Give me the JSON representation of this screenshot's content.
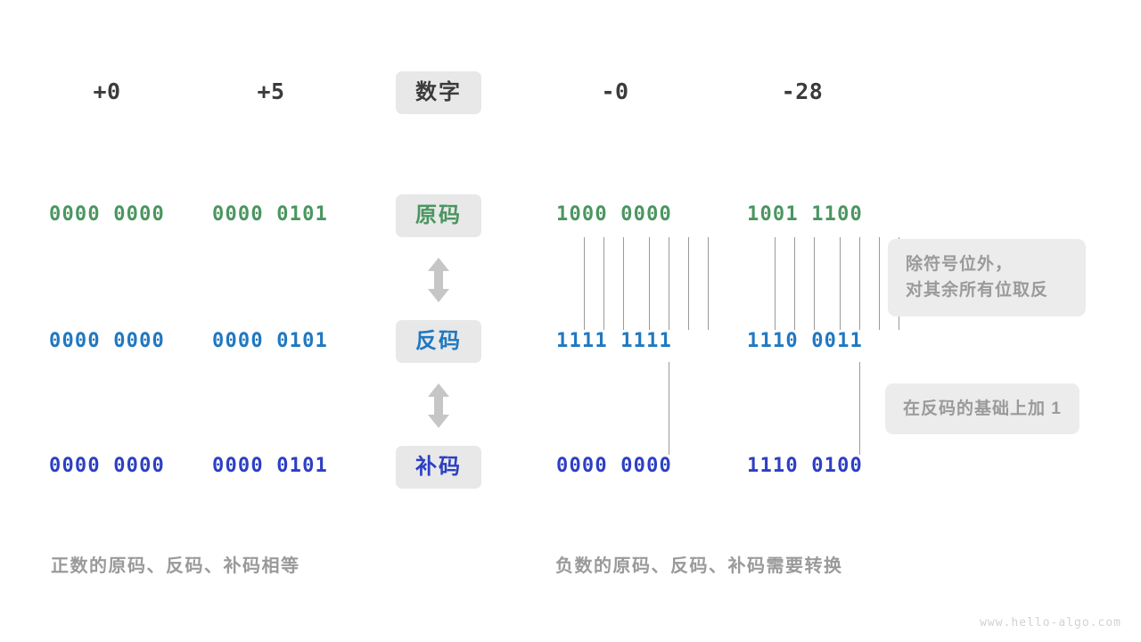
{
  "diagram": {
    "title_watermark": "www.hello-algo.com",
    "header": {
      "positive_zero": "+0",
      "positive_five": "+5",
      "center_badge": "数字",
      "negative_zero": "-0",
      "negative_twentyeight": "-28"
    },
    "row_labels": {
      "sign_magnitude": "原码",
      "ones_complement": "反码",
      "twos_complement": "补码"
    },
    "rows": [
      {
        "key": "sign_magnitude",
        "label": "原码",
        "color": "#4a9660",
        "cells": {
          "positive_zero": "0000 0000",
          "positive_five": "0000 0101",
          "negative_zero": "1000 0000",
          "negative_twentyeight": "1001 1100"
        }
      },
      {
        "key": "ones_complement",
        "label": "反码",
        "color": "#1f78c1",
        "cells": {
          "positive_zero": "0000 0000",
          "positive_five": "0000 0101",
          "negative_zero": "1111 1111",
          "negative_twentyeight": "1110 0011"
        }
      },
      {
        "key": "twos_complement",
        "label": "补码",
        "color": "#2c3fc4",
        "cells": {
          "positive_zero": "0000 0000",
          "positive_five": "0000 0101",
          "negative_zero": "0000 0000",
          "negative_twentyeight": "1110 0100"
        }
      }
    ],
    "notes": {
      "invert_note": "除符号位外，\n对其余所有位取反",
      "add_one_note": "在反码的基础上加 1"
    },
    "captions": {
      "positive": "正数的原码、反码、补码相等",
      "negative": "负数的原码、反码、补码需要转换"
    },
    "colors": {
      "badge_background": "#e8e8e8",
      "note_background": "#ececec",
      "note_text": "#9a9a9a",
      "arrow": "#c6c6c6",
      "connector_line": "#9a9a9a",
      "header_text": "#3b3b3b",
      "watermark": "#d2d2d2"
    }
  }
}
